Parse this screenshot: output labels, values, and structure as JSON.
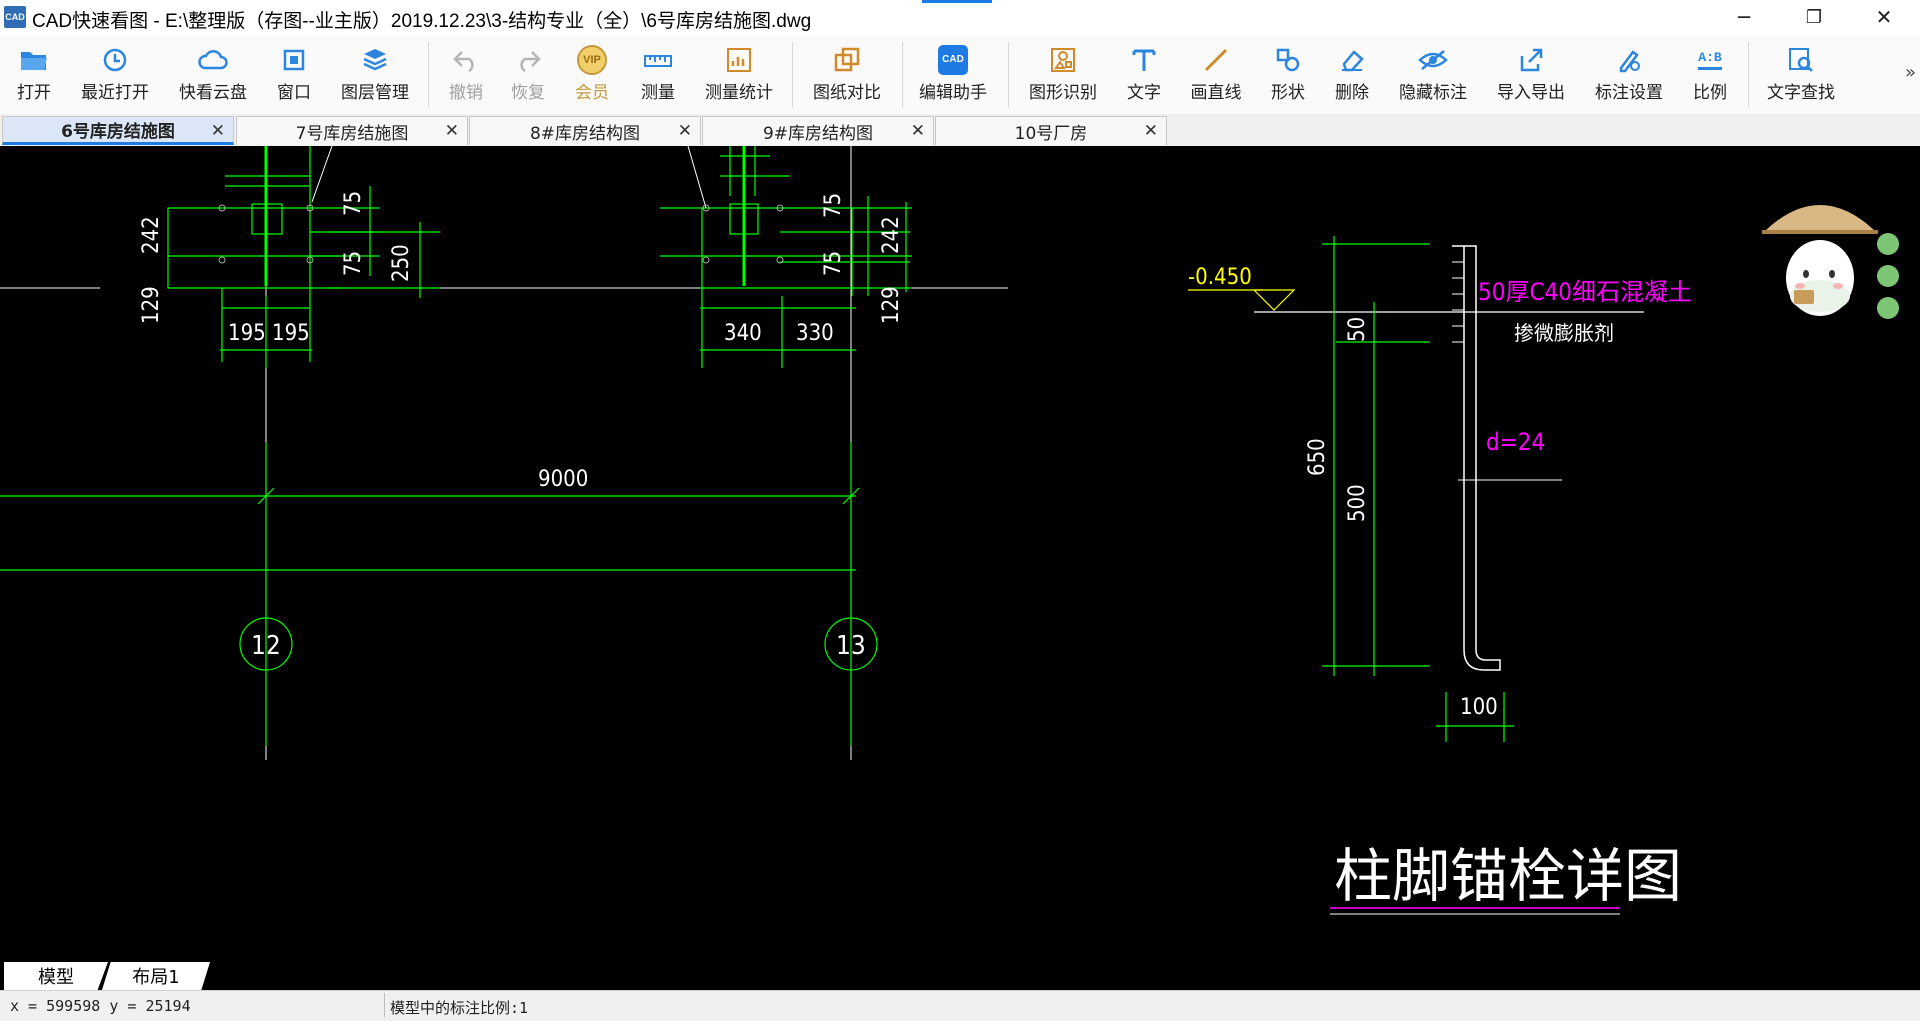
{
  "window": {
    "app_logo": "CAD",
    "title": "CAD快速看图 - E:\\整理版（存图--业主版）2019.12.23\\3-结构专业（全）\\6号库房结施图.dwg",
    "minimize": "─",
    "maximize": "❐",
    "close": "✕"
  },
  "toolbar": {
    "open": "打开",
    "recent": "最近打开",
    "cloud": "快看云盘",
    "window": "窗口",
    "layers": "图层管理",
    "undo": "撤销",
    "redo": "恢复",
    "vip": "会员",
    "vip_badge": "VIP",
    "measure": "测量",
    "measure_stats": "测量统计",
    "compare": "图纸对比",
    "edit_helper": "编辑助手",
    "edit_badge": "CAD",
    "shape_recog": "图形识别",
    "text": "文字",
    "draw_line": "画直线",
    "shape": "形状",
    "delete": "删除",
    "hide_annot": "隐藏标注",
    "import_export": "导入导出",
    "annot_settings": "标注设置",
    "scale": "比例",
    "scale_badge": "A:B",
    "text_search": "文字查找",
    "more": "»"
  },
  "tabs": [
    {
      "label": "6号库房结施图",
      "close": "✕"
    },
    {
      "label": "7号库房结施图",
      "close": "✕"
    },
    {
      "label": "8#库房结构图",
      "close": "✕"
    },
    {
      "label": "9#库房结构图",
      "close": "✕"
    },
    {
      "label": "10号厂房",
      "close": "✕"
    }
  ],
  "drawing": {
    "left_detail": {
      "d1": "242",
      "d2": "129",
      "d3": "75",
      "d4": "75",
      "d5": "250",
      "d6": "195",
      "d7": "195"
    },
    "right_detail": {
      "d1": "75",
      "d2": "75",
      "d3": "242",
      "d4": "129",
      "d5": "340",
      "d6": "330"
    },
    "span": "9000",
    "axis_a": "12",
    "axis_b": "13",
    "anchor": {
      "elevation": "-0.450",
      "concrete_note": "50厚C40细石混凝土",
      "additive_note": "掺微膨胀剂",
      "dim_50": "50",
      "dim_650": "650",
      "dim_500": "500",
      "bolt_dia": "d=24",
      "dim_100": "100"
    },
    "detail_title": "柱脚锚栓详图"
  },
  "layout_tabs": [
    "模型",
    "布局1"
  ],
  "status": {
    "coords": "x = 599598  y = 25194",
    "scale_text": "模型中的标注比例:1"
  },
  "colors": {
    "canvas": "#000000",
    "dim_green": "#00ff00",
    "text_white": "#ffffff",
    "magenta": "#ff00ff",
    "yellow": "#ffff00",
    "accent": "#1e7be3"
  }
}
